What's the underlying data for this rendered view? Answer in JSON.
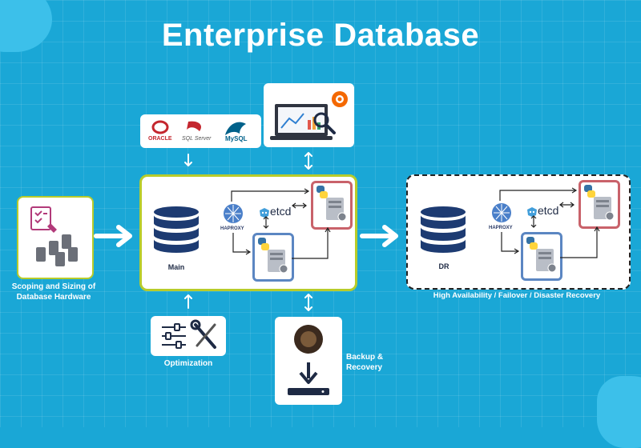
{
  "title": "Enterprise Database",
  "left_card_caption": "Scoping and Sizing of Database Hardware",
  "main_cluster": {
    "db_label": "Main",
    "proxy_label": "HAPROXY",
    "coordinator_label": "etcd"
  },
  "dr_cluster": {
    "db_label": "DR",
    "proxy_label": "HAPROXY",
    "coordinator_label": "etcd",
    "caption": "High Availability / Failover / Disaster Recovery"
  },
  "db_logos": {
    "oracle": "ORACLE",
    "sqlserver": "SQL Server",
    "mysql": "MySQL"
  },
  "optimization_caption": "Optimization",
  "backup_caption_line1": "Backup &",
  "backup_caption_line2": "Recovery",
  "colors": {
    "background": "#1aa7d6",
    "main_border": "#b8cc2a",
    "primary_frame": "#c9626a",
    "replica_frame": "#5b86c2",
    "db_navy": "#1d3b72"
  }
}
